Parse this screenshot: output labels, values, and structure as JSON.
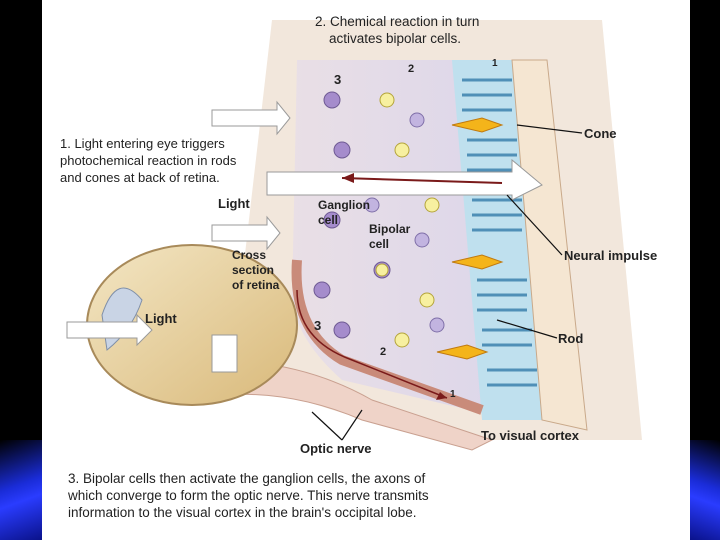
{
  "step2": {
    "line1": "2. Chemical reaction in turn",
    "line2": "activates bipolar cells."
  },
  "step1": {
    "line1": "1. Light entering eye triggers",
    "line2": "photochemical reaction in rods",
    "line3": "and cones at back of retina."
  },
  "step3": {
    "line1": "3. Bipolar cells then activate the ganglion cells, the axons of",
    "line2": "which converge to form the optic nerve. This nerve transmits",
    "line3": "information to the visual cortex in the brain's occipital lobe."
  },
  "labels": {
    "cone": "Cone",
    "rod": "Rod",
    "neural_impulse": "Neural impulse",
    "light_top": "Light",
    "light_eye": "Light",
    "ganglion_1": "Ganglion",
    "ganglion_2": "cell",
    "bipolar_1": "Bipolar",
    "bipolar_2": "cell",
    "cross_1": "Cross",
    "cross_2": "section",
    "cross_3": "of retina",
    "optic_nerve": "Optic nerve",
    "visual_cortex": "To visual cortex"
  },
  "layer_numbers": {
    "top_3": "3",
    "top_2": "2",
    "top_1": "1",
    "bot_3": "3",
    "bot_2": "2",
    "bot_1": "1"
  }
}
